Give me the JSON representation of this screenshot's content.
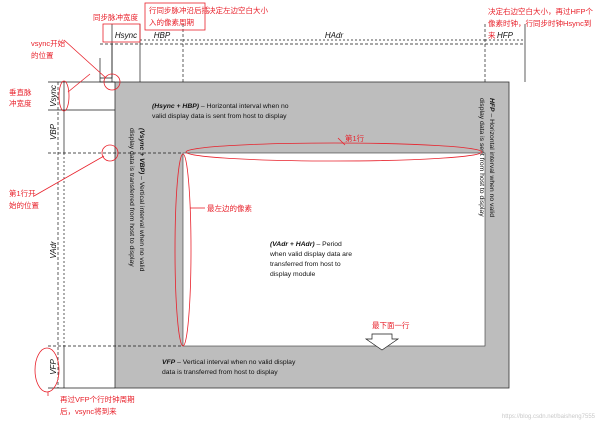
{
  "labels": {
    "hsync": "Hsync",
    "hbp": "HBP",
    "hadr": "HAdr",
    "hfp": "HFP",
    "vsync": "Vsync",
    "vbp": "VBP",
    "vadr": "VAdr",
    "vfp": "VFP"
  },
  "descriptions": {
    "hbp_title": "(Hsync + HBP)",
    "hbp_line1": " – Horizontal interval when no",
    "hbp_line2": "valid display data is sent from host to display",
    "vbp_title": "(Vsync + VBP)",
    "vbp_line1": " – Vertical interval when no valid",
    "vbp_line2": "display data is transferred from host to display",
    "hfp_title": "HFP",
    "hfp_line1": " – Horizontal interval when no valid",
    "hfp_line2": "display data is sent from host to display",
    "active_title": "(VAdr + HAdr)",
    "active_line1": " – Period",
    "active_line2": "when valid display data are",
    "active_line3": "transferred from host to",
    "active_line4": "display module",
    "vfp_title": "VFP",
    "vfp_line1": " – Vertical interval when no valid display",
    "vfp_line2": "data is transferred from host to display"
  },
  "annotations": {
    "hsync_width": "同步脉冲宽度",
    "hbp_note_1": "行同步脉冲沿后插",
    "hbp_note_2": "入的像素周期",
    "left_blank": "决定左边空白大小",
    "right_blank_1": "决定右边空白大小，再过HFP个",
    "right_blank_2": "像素时钟，行同步时钟Hsync到",
    "right_blank_3": "来",
    "vsync_start_1": "vsync开始",
    "vsync_start_2": "的位置",
    "vsync_width_1": "垂直脉",
    "vsync_width_2": "冲宽度",
    "first_row": "第1行",
    "first_row_start_1": "第1行开",
    "first_row_start_2": "始的位置",
    "leftmost_pixel": "最左边的像素",
    "bottom_row": "最下面一行",
    "vfp_note_1": "再过VFP个行时钟周期",
    "vfp_note_2": "后，vsync将到来"
  },
  "watermark": "https://blog.csdn.net/baisheng7555",
  "colors": {
    "annotation": "#e8212b",
    "frame_gray": "#bdbdbd",
    "active_area": "#ffffff",
    "line": "#1a1a1a"
  }
}
